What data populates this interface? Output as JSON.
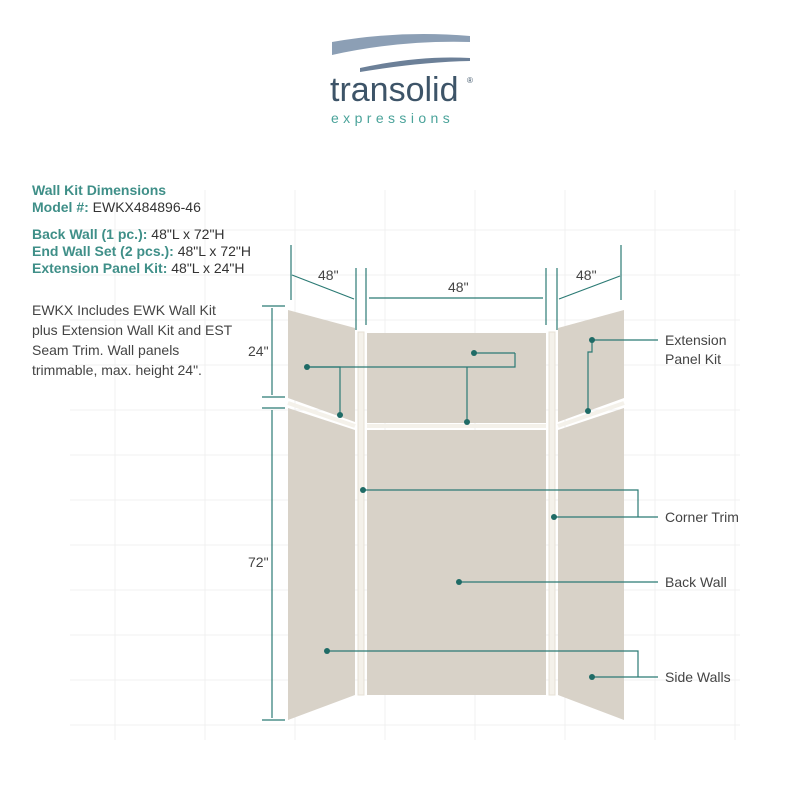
{
  "logo": {
    "word": "transolid",
    "registered": "®",
    "sub": "expressions"
  },
  "specs": {
    "title": "Wall Kit Dimensions",
    "model_label": "Model #:",
    "model_value": "EWKX484896-46",
    "back_wall_label": "Back Wall (1 pc.):",
    "back_wall_value": "48\"L x 72\"H",
    "end_wall_label": "End Wall Set (2 pcs.):",
    "end_wall_value": "48\"L x 72\"H",
    "extension_label": "Extension Panel Kit:",
    "extension_value": "48\"L x 24\"H",
    "note": "EWKX Includes EWK Wall Kit plus Extension Wall Kit and EST Seam Trim. Wall panels trimmable, max. height 24\"."
  },
  "dimensions": {
    "left_width": "48\"",
    "back_width": "48\"",
    "right_width": "48\"",
    "extension_height": "24\"",
    "wall_height": "72\""
  },
  "callouts": {
    "extension_line1": "Extension",
    "extension_line2": "Panel Kit",
    "corner_trim": "Corner Trim",
    "back_wall": "Back Wall",
    "side_walls": "Side Walls"
  },
  "colors": {
    "accent": "#3f8f88",
    "panel": "#d8d2c8",
    "line": "#2b7a74"
  }
}
